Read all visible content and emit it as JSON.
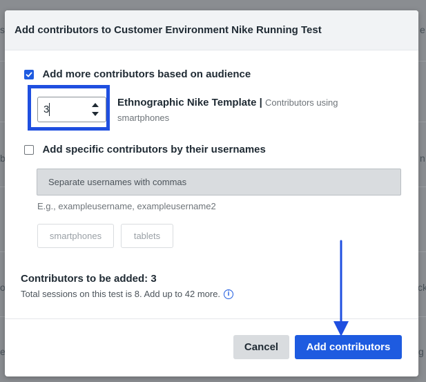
{
  "background": {
    "fragments": [
      "s",
      "e",
      "b",
      "n",
      "ol",
      "ck",
      "e",
      "g"
    ]
  },
  "modal": {
    "title": "Add contributors to Customer Environment Nike Running Test",
    "audience_section": {
      "checkbox_label": "Add more contributors based on audience",
      "checked": true,
      "quantity_value": "3",
      "template_name": "Ethnographic Nike Template",
      "separator": " | ",
      "template_description": "Contributors using smartphones"
    },
    "username_section": {
      "checkbox_label": "Add specific contributors by their usernames",
      "checked": false,
      "input_placeholder": "Separate usernames with commas",
      "example": "E.g., exampleusername, exampleusername2",
      "tags": [
        "smartphones",
        "tablets"
      ]
    },
    "summary": {
      "title": "Contributors to be added: 3",
      "subtitle": "Total sessions on this test is 8. Add up to 42 more.",
      "info_icon": "info-icon"
    },
    "footer": {
      "cancel_label": "Cancel",
      "add_label": "Add contributors"
    }
  },
  "colors": {
    "accent": "#1e5be0",
    "highlight": "#1f4fe0",
    "arrow": "#1f4fe0"
  }
}
